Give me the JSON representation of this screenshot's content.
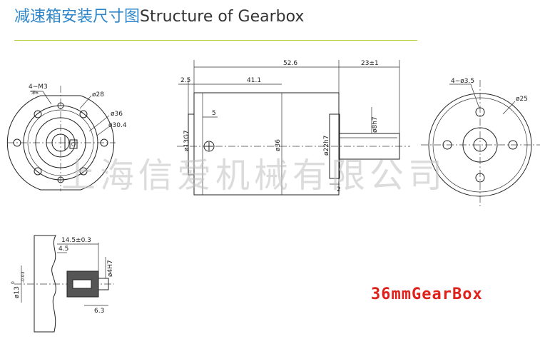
{
  "title": {
    "zh": "减速箱安装尺寸图",
    "en": "Structure of Gearbox"
  },
  "watermark": "上海信爱机械有限公司",
  "model_label": "36mmGearBox",
  "front_view": {
    "thread": "4−M3",
    "thread_note": "深6",
    "d_outer": "ø28",
    "d_body": "ø36",
    "d_bolt": "ø30.4"
  },
  "side_view": {
    "len_total": "52.6",
    "len_shaft": "23±1",
    "step": "2.5",
    "len_body": "41.1",
    "small": "5",
    "d_boss": "ø13G7",
    "d_body": "ø36",
    "d_flange": "ø22h7",
    "d_shaft": "ø8h7",
    "tail": "2"
  },
  "rear_view": {
    "holes": "4−ø3.5",
    "d_pcd": "ø25"
  },
  "section_view": {
    "len": "14.5±0.3",
    "depth": "4.5",
    "d_bore": "ø13",
    "tol_top": "0",
    "tol_bot": "-0.03",
    "d_shaft": "ø4H7",
    "len_small": "6.3"
  },
  "colors": {
    "title_zh": "#2e86c9",
    "title_rule": "#b8cc3a",
    "model_label": "#e0201a",
    "watermark": "#bfbfbf"
  }
}
